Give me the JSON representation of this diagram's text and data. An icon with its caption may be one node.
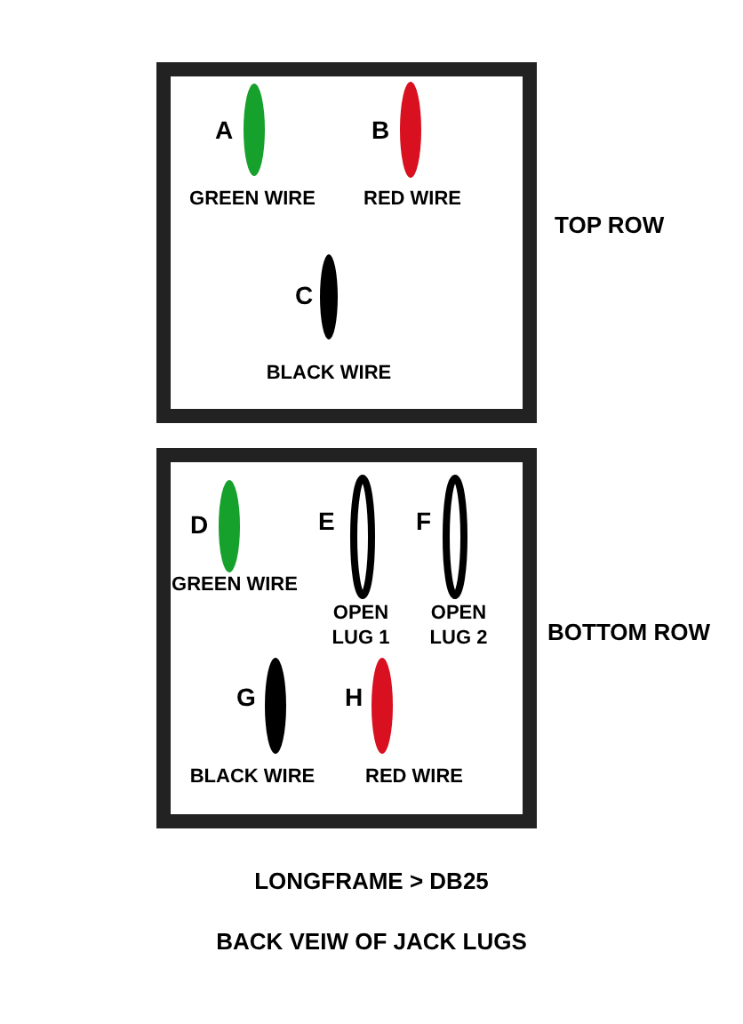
{
  "diagram": {
    "title": "LONGFRAME > DB25",
    "caption": "BACK VEIW OF JACK LUGS",
    "nodes": [
      {
        "text": [],
        "shape": "box",
        "beside": [
          "TOP ROW"
        ]
      },
      {
        "text": [
          "A",
          "GREEN WIRE"
        ],
        "in": 0
      },
      {
        "text": [
          "B",
          "RED WIRE"
        ],
        "in": 0
      },
      {
        "text": [
          "C",
          "BLACK WIRE"
        ],
        "in": 0
      },
      {
        "text": [],
        "shape": "box",
        "beside": [
          "BOTTOM ROW"
        ]
      },
      {
        "text": [
          "D",
          "GREEN WIRE"
        ],
        "in": 4
      },
      {
        "text": [
          "E",
          "OPEN LUG 1"
        ],
        "in": 4
      },
      {
        "text": [
          "F",
          "OPEN LUG 2"
        ],
        "in": 4
      },
      {
        "text": [
          "G",
          "BLACK WIRE"
        ],
        "in": 4
      },
      {
        "text": [
          "H",
          "RED WIRE"
        ],
        "in": 4
      }
    ]
  }
}
